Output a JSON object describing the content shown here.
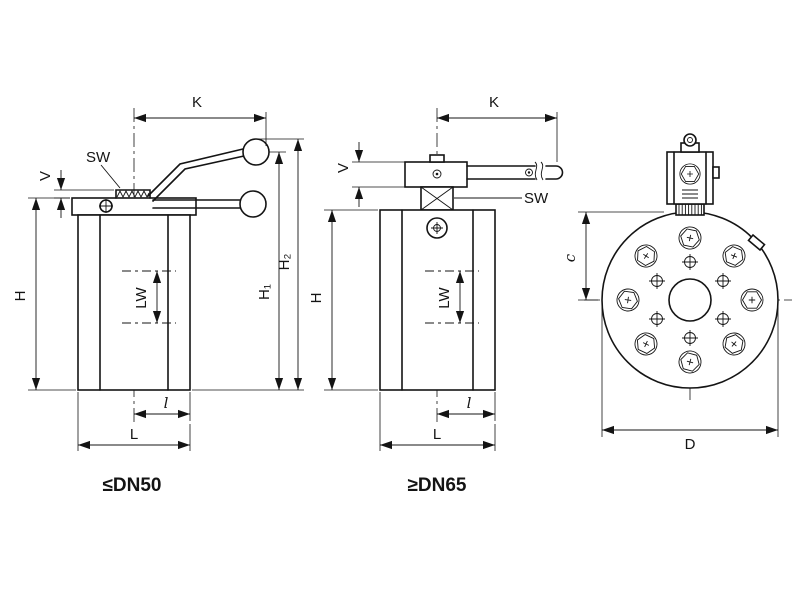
{
  "colors": {
    "line": "#141414",
    "background": "#ffffff"
  },
  "views": {
    "dn50": {
      "caption": "≤DN50",
      "labels": {
        "K": "K",
        "V": "V",
        "SW": "SW",
        "H": "H",
        "H1": "H₁",
        "H2": "H₂",
        "LW": "LW",
        "l": "l",
        "L": "L"
      }
    },
    "dn65": {
      "caption": "≥DN65",
      "labels": {
        "K": "K",
        "V": "V",
        "SW": "SW",
        "H": "H",
        "LW": "LW",
        "l": "l",
        "L": "L"
      }
    },
    "flange": {
      "labels": {
        "c": "c",
        "D": "D"
      }
    }
  }
}
